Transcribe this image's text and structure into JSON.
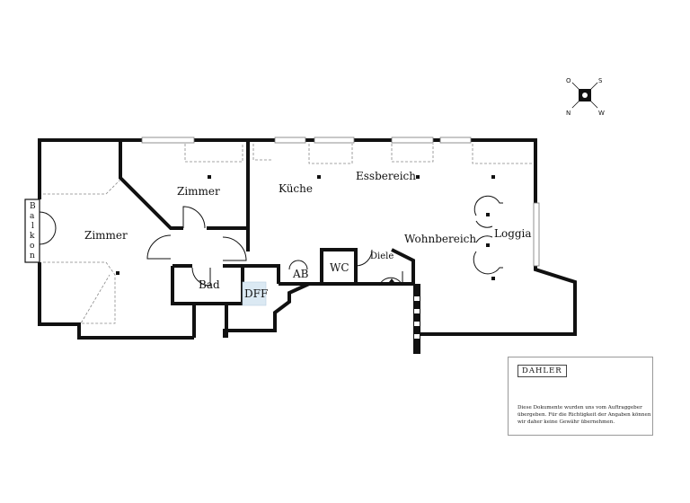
{
  "rooms": {
    "zimmer_small": "Zimmer",
    "zimmer_large": "Zimmer",
    "kueche": "Küche",
    "essbereich": "Essbereich",
    "wohnbereich": "Wohnbereich",
    "loggia": "Loggia",
    "bad": "Bad",
    "dff": "DFF",
    "ab": "AB",
    "wc": "WC",
    "diele": "Diele"
  },
  "balkon_letters": [
    "B",
    "a",
    "l",
    "k",
    "o",
    "n"
  ],
  "compass": {
    "n": "N",
    "o": "O",
    "s": "S",
    "w": "W"
  },
  "brand": "DAHLER",
  "disclaimer": "Diese Dokumente wurden uns vom Auftraggeber übergeben. Für die Richtigkeit der Angaben können wir daher keine Gewähr übernehmen.",
  "colors": {
    "wall": "#111111",
    "dff_highlight": "#dbe9f3"
  }
}
